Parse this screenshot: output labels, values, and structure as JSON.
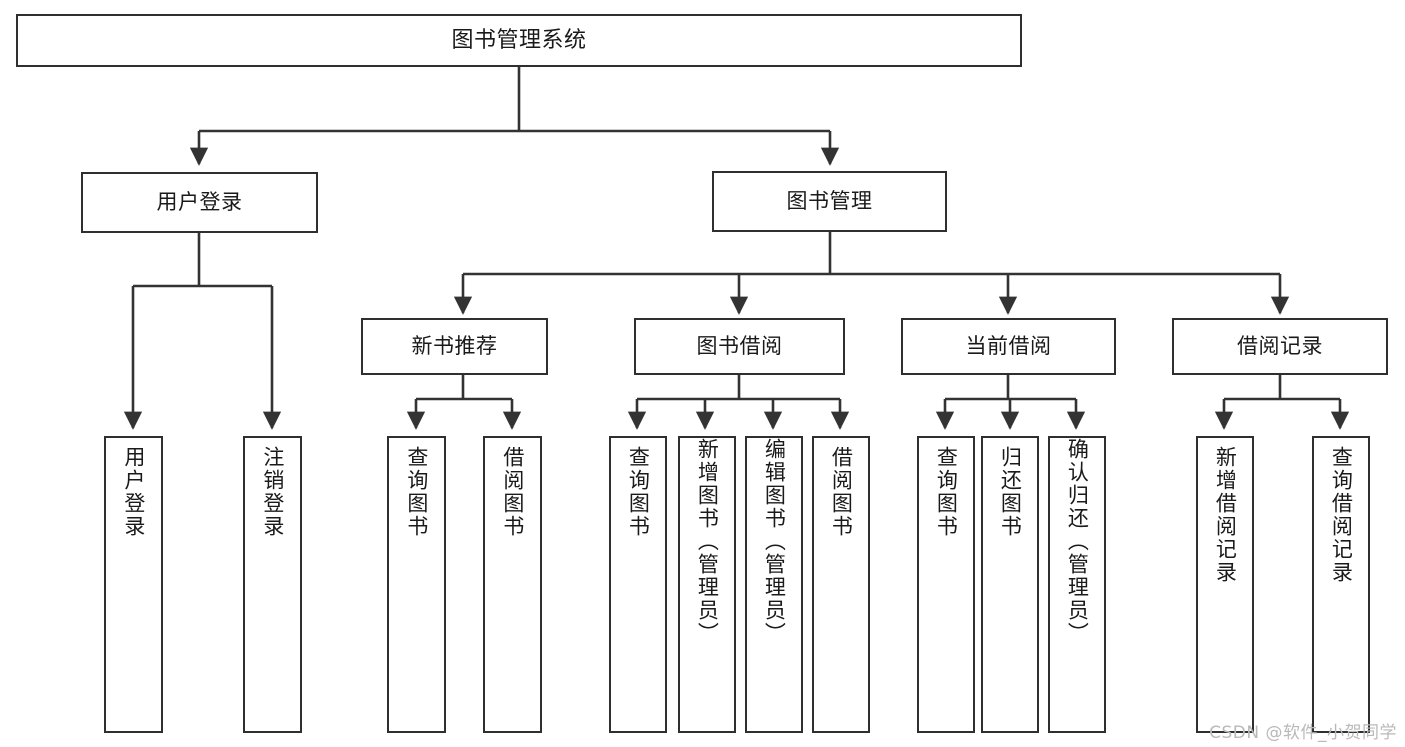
{
  "diagram": {
    "title": "图书管理系统",
    "type": "tree",
    "watermark": "CSDN @软件_小贺同学",
    "colors": {
      "box_border": "#2f2f2f",
      "box_fill": "#ffffff",
      "connector": "#333333",
      "text": "#1a1a1a",
      "watermark": "#b9b9b9",
      "background": "#ffffff"
    },
    "root": {
      "label": "图书管理系统"
    },
    "level1": [
      {
        "id": "user-login",
        "label": "用户登录"
      },
      {
        "id": "book-management",
        "label": "图书管理"
      }
    ],
    "level2": [
      {
        "id": "new-book-recommend",
        "label": "新书推荐",
        "parent": "book-management"
      },
      {
        "id": "book-borrow",
        "label": "图书借阅",
        "parent": "book-management"
      },
      {
        "id": "current-borrow",
        "label": "当前借阅",
        "parent": "book-management"
      },
      {
        "id": "borrow-record",
        "label": "借阅记录",
        "parent": "book-management"
      }
    ],
    "leaves": [
      {
        "id": "leaf-user-login",
        "label": "用户登录",
        "parent": "user-login"
      },
      {
        "id": "leaf-logout-login",
        "label": "注销登录",
        "parent": "user-login"
      },
      {
        "id": "leaf-query-book-1",
        "label": "查询图书",
        "parent": "new-book-recommend"
      },
      {
        "id": "leaf-borrow-book-1",
        "label": "借阅图书",
        "parent": "new-book-recommend"
      },
      {
        "id": "leaf-query-book-2",
        "label": "查询图书",
        "parent": "book-borrow"
      },
      {
        "id": "leaf-add-book",
        "label": "新增图书（管理员）",
        "parent": "book-borrow"
      },
      {
        "id": "leaf-edit-book",
        "label": "编辑图书（管理员）",
        "parent": "book-borrow"
      },
      {
        "id": "leaf-borrow-book-2",
        "label": "借阅图书",
        "parent": "book-borrow"
      },
      {
        "id": "leaf-query-book-3",
        "label": "查询图书",
        "parent": "current-borrow"
      },
      {
        "id": "leaf-return-book",
        "label": "归还图书",
        "parent": "current-borrow"
      },
      {
        "id": "leaf-confirm-return",
        "label": "确认归还（管理员）",
        "parent": "current-borrow"
      },
      {
        "id": "leaf-add-record",
        "label": "新增借阅记录",
        "parent": "borrow-record"
      },
      {
        "id": "leaf-query-record",
        "label": "查询借阅记录",
        "parent": "borrow-record"
      }
    ]
  }
}
